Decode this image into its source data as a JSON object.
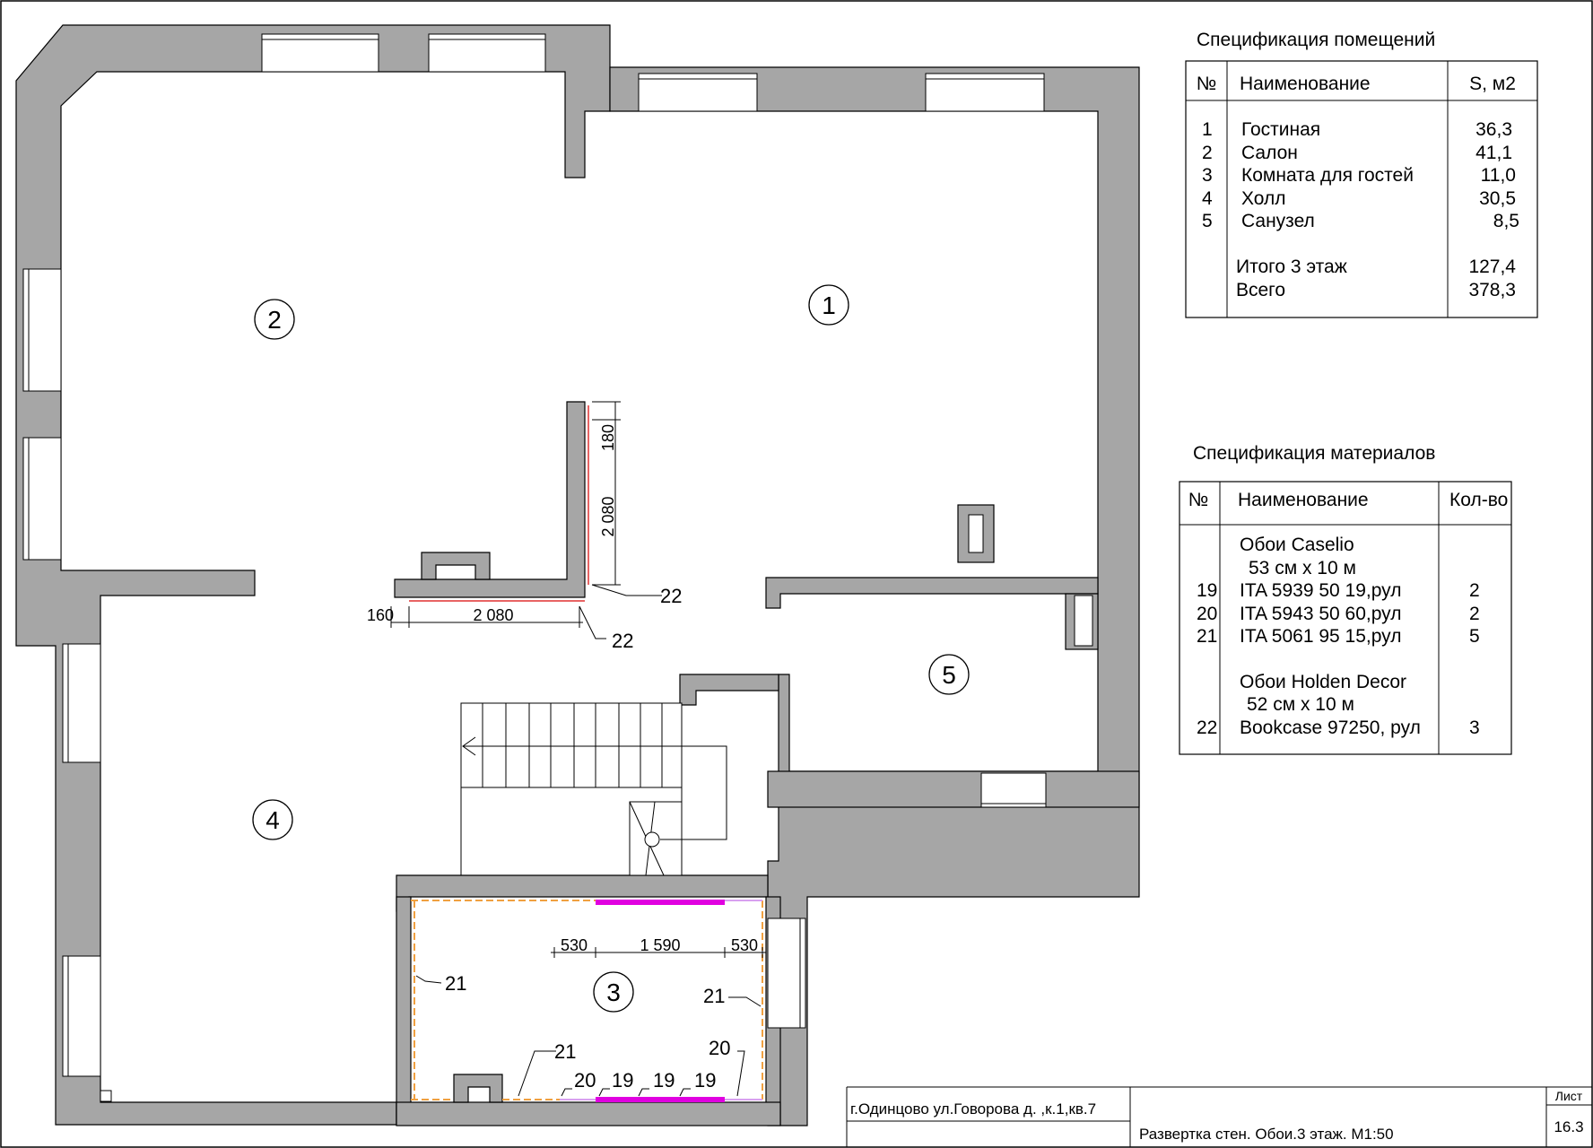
{
  "rooms_spec": {
    "title": "Спецификация помещений",
    "headers": {
      "num": "№",
      "name": "Наименование",
      "area": "S, м2"
    },
    "rows": [
      {
        "num": "1",
        "name": "Гостиная",
        "area": "36,3"
      },
      {
        "num": "2",
        "name": "Салон",
        "area": "41,1"
      },
      {
        "num": "3",
        "name": "Комната для гостей",
        "area": "11,0"
      },
      {
        "num": "4",
        "name": "Холл",
        "area": "30,5"
      },
      {
        "num": "5",
        "name": "Санузел",
        "area": "8,5"
      }
    ],
    "total_floor": {
      "label": "Итого 3 этаж",
      "area": "127,4"
    },
    "total_all": {
      "label": "Всего",
      "area": "378,3"
    }
  },
  "materials_spec": {
    "title": "Спецификация материалов",
    "headers": {
      "num": "№",
      "name": "Наименование",
      "qty": "Кол-во"
    },
    "group1": {
      "brand": "Обои Caselio",
      "size": "53 см х 10 м"
    },
    "rows1": [
      {
        "num": "19",
        "name": "ITA 5939 50 19,рул",
        "qty": "2"
      },
      {
        "num": "20",
        "name": "ITA 5943 50 60,рул",
        "qty": "2"
      },
      {
        "num": "21",
        "name": "ITA 5061 95 15,рул",
        "qty": "5"
      }
    ],
    "group2": {
      "brand": "Обои Holden Decor",
      "size": "52 см х 10 м"
    },
    "rows2": [
      {
        "num": "22",
        "name": "Bookcase 97250, рул",
        "qty": "3"
      }
    ]
  },
  "plan": {
    "room_labels": [
      "1",
      "2",
      "3",
      "4",
      "5"
    ],
    "dimensions": {
      "d180": "180",
      "d2080_v": "2 080",
      "d160": "160",
      "d2080_h": "2 080",
      "d530_l": "530",
      "d1590": "1 590",
      "d530_r": "530"
    },
    "callouts": {
      "c22_a": "22",
      "c22_b": "22",
      "c21_l": "21",
      "c21_r": "21",
      "c21_b": "21",
      "c20_a": "20",
      "c20_b": "20",
      "c19_a": "19",
      "c19_b": "19",
      "c19_c": "19"
    }
  },
  "title_block": {
    "address": "г.Одинцово ул.Говорова д.    ,к.1,кв.7",
    "drawing_title": "Развертка стен. Обои.3 этаж. М1:50",
    "sheet_label": "Лист",
    "sheet_number": "16.3"
  },
  "colors": {
    "wall": "#a6a6a6",
    "magenta": "#e000e0",
    "orange": "#f0a040"
  }
}
